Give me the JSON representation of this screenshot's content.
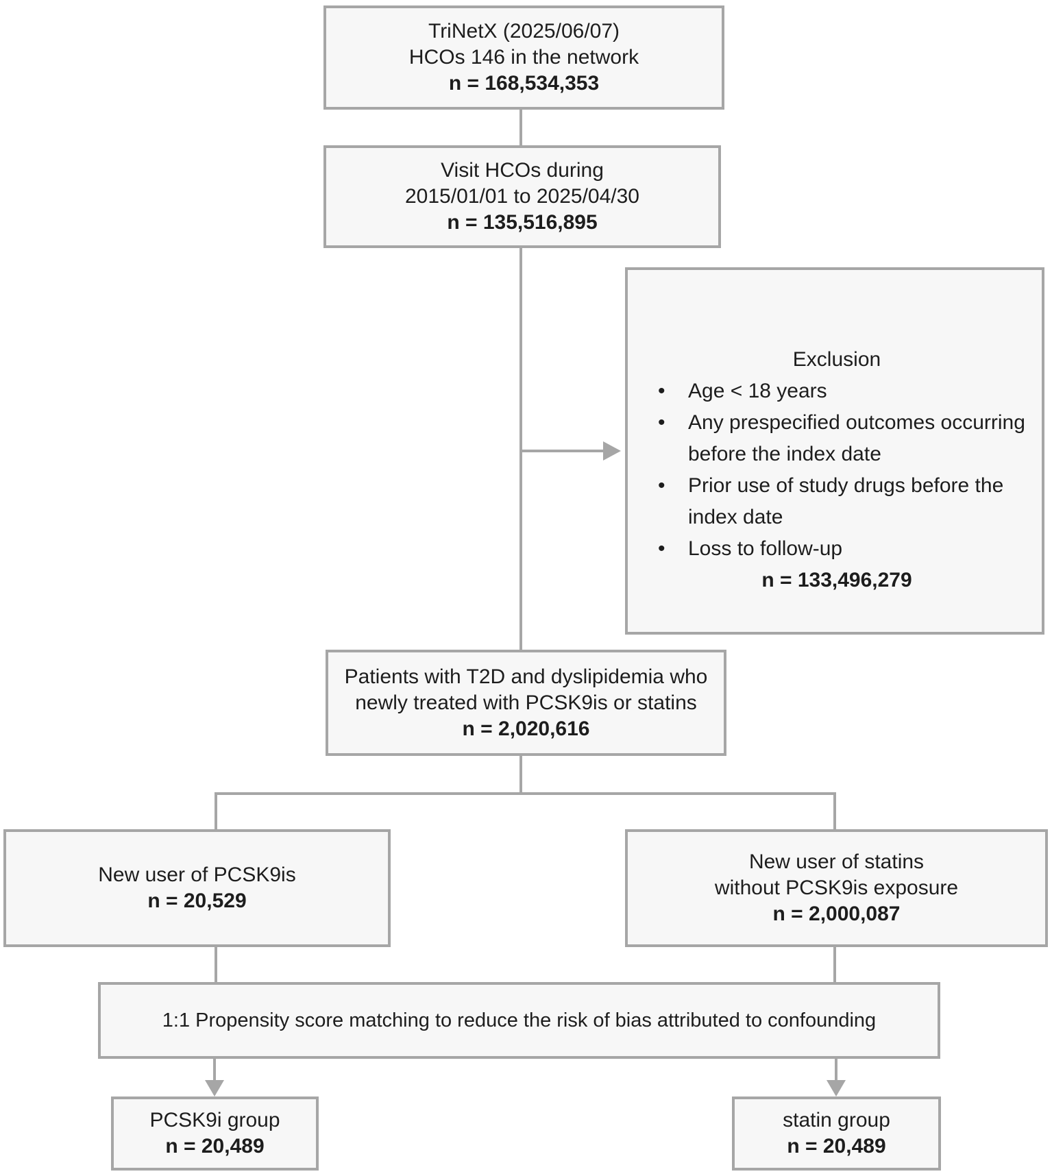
{
  "colors": {
    "box_border": "#a6a6a6",
    "box_fill": "#f7f7f7",
    "connector": "#a6a6a6",
    "text": "#1d1d1d"
  },
  "flow": {
    "trinetx": {
      "line1": "TriNetX (2025/06/07)",
      "line2": "HCOs 146 in the network",
      "n": "n = 168,534,353"
    },
    "visit": {
      "line1": "Visit HCOs during",
      "line2": "2015/01/01 to 2025/04/30",
      "n": "n = 135,516,895"
    },
    "exclusion": {
      "title": "Exclusion",
      "bullets": [
        "Age < 18 years",
        "Any prespecified outcomes occurring before the index date",
        "Prior use of study drugs before the index date",
        "Loss to follow-up"
      ],
      "n": "n = 133,496,279"
    },
    "t2d": {
      "line1": "Patients with T2D and dyslipidemia who",
      "line2": "newly treated with PCSK9is or statins",
      "n": "n = 2,020,616"
    },
    "pcsk9_new": {
      "line1": "New user of PCSK9is",
      "n": "n = 20,529"
    },
    "statin_new": {
      "line1": "New user of statins",
      "line2": "without PCSK9is exposure",
      "n": "n = 2,000,087"
    },
    "psm": {
      "text": "1:1 Propensity score matching to reduce the risk of bias attributed to confounding"
    },
    "pcsk9_group": {
      "line1": "PCSK9i group",
      "n": "n = 20,489"
    },
    "statin_group": {
      "line1": "statin group",
      "n": "n = 20,489"
    }
  }
}
